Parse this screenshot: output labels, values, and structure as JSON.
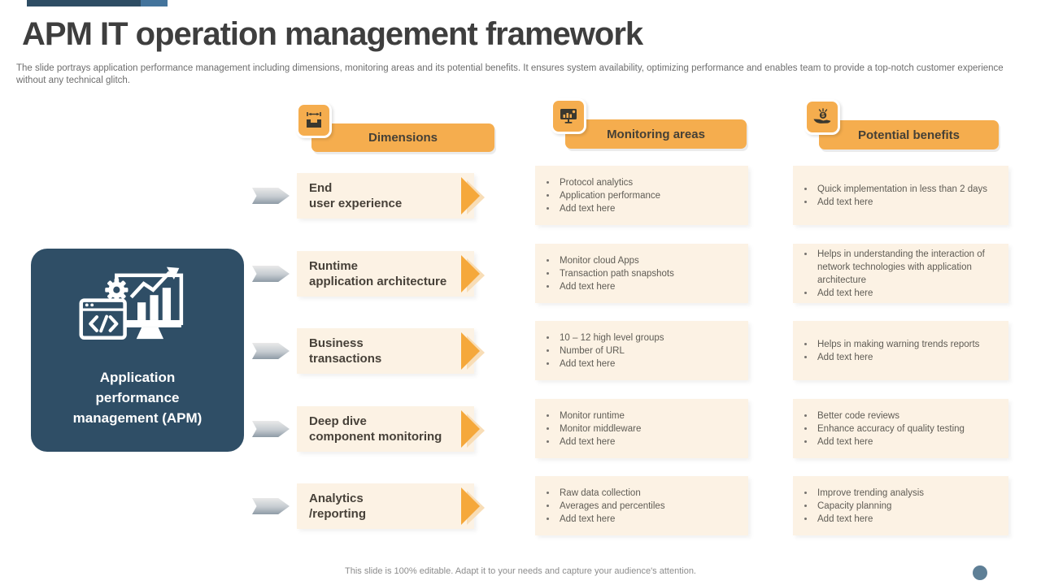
{
  "slide": {
    "title": "APM IT operation management framework",
    "subtitle": "The slide portrays application performance management including dimensions, monitoring areas and its potential benefits. It ensures system availability, optimizing performance and enables team to provide a top-notch customer experience without any technical glitch.",
    "footer": "This slide is 100% editable. Adapt it to your needs and capture your audience's attention."
  },
  "columns": {
    "dimensions": {
      "label": "Dimensions",
      "icon": "width-measure-icon"
    },
    "monitoring": {
      "label": "Monitoring areas",
      "icon": "monitor-chart-icon"
    },
    "benefits": {
      "label": "Potential benefits",
      "icon": "hand-money-icon"
    }
  },
  "apm_box": {
    "label": "Application performance management (APM)",
    "icon": "apm-devops-icon"
  },
  "rows": [
    {
      "dimension": "End\nuser experience",
      "monitoring": [
        "Protocol analytics",
        "Application performance",
        "Add text here"
      ],
      "benefits": [
        "Quick implementation in less than 2 days",
        "Add text here"
      ]
    },
    {
      "dimension": "Runtime\napplication architecture",
      "monitoring": [
        "Monitor cloud Apps",
        "Transaction path snapshots",
        "Add text here"
      ],
      "benefits": [
        "Helps in understanding the interaction of network technologies with application architecture",
        "Add text here"
      ]
    },
    {
      "dimension": "Business\ntransactions",
      "monitoring": [
        "10 – 12 high level groups",
        "Number of URL",
        "Add text here"
      ],
      "benefits": [
        "Helps in making warning trends reports",
        "Add text here"
      ]
    },
    {
      "dimension": "Deep dive\ncomponent monitoring",
      "monitoring": [
        "Monitor runtime",
        "Monitor middleware",
        "Add text here"
      ],
      "benefits": [
        "Better code reviews",
        "Enhance accuracy of quality testing",
        "Add text here"
      ]
    },
    {
      "dimension": "Analytics\n/reporting",
      "monitoring": [
        "Raw data collection",
        "Averages and percentiles",
        "Add text here"
      ],
      "benefits": [
        "Improve trending analysis",
        "Capacity planning",
        "Add text here"
      ]
    }
  ],
  "colors": {
    "accent_orange": "#F5AD4E",
    "arrow_orange": "#F5A83B",
    "cream": "#FCF2E4",
    "dark_blue": "#2F4E66",
    "title_gray": "#3E3E3E",
    "body_gray": "#5F5C55",
    "footer_gray": "#8C8C8C",
    "topbar_dark": "#2E4D64",
    "topbar_light": "#44749C",
    "dot_blue": "#5E7F96"
  }
}
